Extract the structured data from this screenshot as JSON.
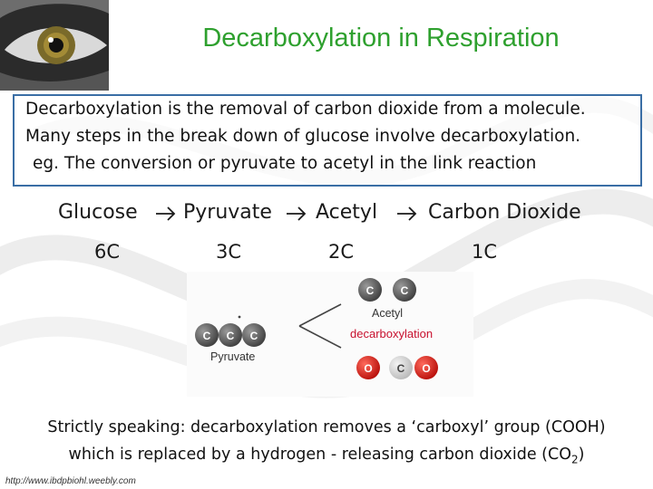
{
  "title": "Decarboxylation in Respiration",
  "definition": {
    "line1": "Decarboxylation is the removal of carbon dioxide from a molecule.",
    "line2": "Many steps in the break down of glucose involve decarboxylation.",
    "line3": "eg.  The conversion or pyruvate to acetyl in the link reaction"
  },
  "pathway": {
    "steps": [
      "Glucose",
      "Pyruvate",
      "Acetyl",
      "Carbon Dioxide"
    ],
    "carbons": [
      "6C",
      "3C",
      "2C",
      "1C"
    ]
  },
  "diagram": {
    "pyruvate_label": "Pyruvate",
    "acetyl_label": "Acetyl",
    "decarboxylation_label": "decarboxylation",
    "carbon_symbol": "C",
    "oxygen_symbol": "O"
  },
  "note": {
    "line1": "Strictly speaking: decarboxylation removes a ‘carboxyl’ group (COOH)",
    "line2_prefix": "which is replaced by a hydrogen - releasing carbon dioxide (CO",
    "line2_sub": "2",
    "line2_suffix": ")"
  },
  "footer": {
    "url": "http://www.ibdpbiohl.weebly.com"
  },
  "colors": {
    "title": "#2ea02e",
    "box_border": "#3a6ea5",
    "decarboxylation": "#c8102e",
    "oxygen": "#e0201b",
    "carbon": "#555555"
  }
}
